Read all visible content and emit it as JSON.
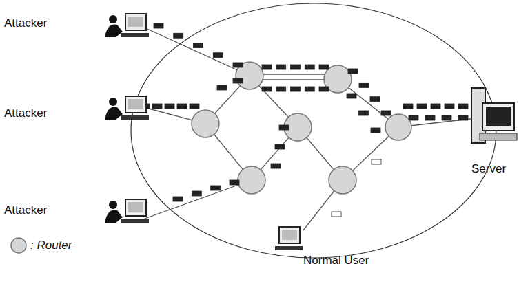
{
  "diagram": {
    "labels": [
      "Attacker",
      "Attacker",
      "Attacker",
      "Server",
      "Normal User"
    ],
    "legend": [
      {
        "text": ": Router"
      }
    ]
  }
}
